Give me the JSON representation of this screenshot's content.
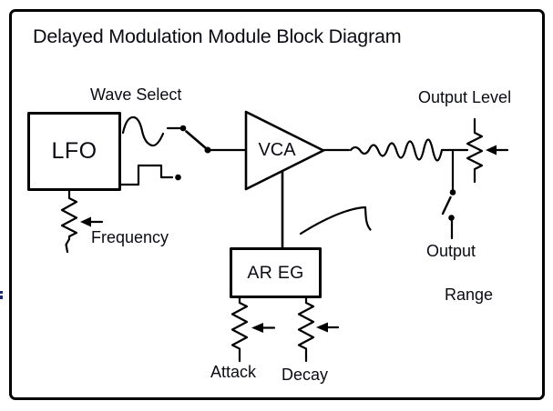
{
  "title": "Delayed Modulation Module Block Diagram",
  "blocks": {
    "lfo": "LFO",
    "vca": "VCA",
    "ar_eg": "AR EG"
  },
  "labels": {
    "wave_select": "Wave Select",
    "frequency": "Frequency",
    "attack": "Attack",
    "decay": "Decay",
    "output_level": "Output Level",
    "output_range_line1": "Output",
    "output_range_line2": "Range"
  },
  "icons": {
    "sine_wave": "sine-wave-icon",
    "square_wave": "square-wave-icon",
    "modulated_wave": "modulated-wave-icon",
    "envelope_curve": "attack-release-envelope-icon",
    "potentiometers": [
      "frequency-pot",
      "attack-pot",
      "decay-pot",
      "output-level-pot"
    ],
    "switches": [
      "wave-select-switch",
      "output-range-switch"
    ]
  },
  "signal_flow": [
    "LFO sine/square outputs -> Wave Select switch -> VCA input",
    "AR EG (Attack, Decay) -> VCA control input",
    "VCA output (modulated wave) -> Output Level pot -> Output Range switch",
    "Frequency pot -> LFO"
  ],
  "colors": {
    "line": "#000000",
    "text": "#0b0b14",
    "background": "#ffffff"
  }
}
